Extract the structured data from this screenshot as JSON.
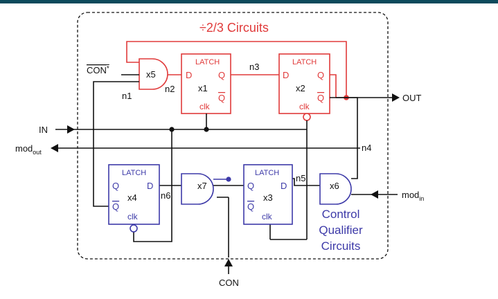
{
  "title": "÷2/3 Circuits",
  "ctrl_label": [
    "Control",
    "Qualifier",
    "Circuits"
  ],
  "colors": {
    "red": "#e03a3a",
    "blue": "#3d3aa8",
    "black": "#111111",
    "bar": "#0d4a5c"
  },
  "latches": {
    "x1": {
      "head": "LATCH",
      "d": "D",
      "q": "Q",
      "qb": "Q",
      "clk": "clk",
      "name": "x1"
    },
    "x2": {
      "head": "LATCH",
      "d": "D",
      "q": "Q",
      "qb": "Q",
      "clk": "clk",
      "name": "x2"
    },
    "x3": {
      "head": "LATCH",
      "d": "D",
      "q": "Q",
      "qb": "Q",
      "clk": "clk",
      "name": "x3"
    },
    "x4": {
      "head": "LATCH",
      "d": "D",
      "q": "Q",
      "qb": "Q",
      "clk": "clk",
      "name": "x4"
    }
  },
  "gates": {
    "x5": "x5",
    "x6": "x6",
    "x7": "x7"
  },
  "nets": {
    "n1": "n1",
    "n2": "n2",
    "n3": "n3",
    "n4": "n4",
    "n5": "n5",
    "n6": "n6"
  },
  "ports": {
    "in": "IN",
    "out": "OUT",
    "con": "CON",
    "con_bar": "CON",
    "con_bar_star": "*",
    "mod_out": "mod",
    "mod_out_sub": "out",
    "mod_in": "mod",
    "mod_in_sub": "in"
  }
}
